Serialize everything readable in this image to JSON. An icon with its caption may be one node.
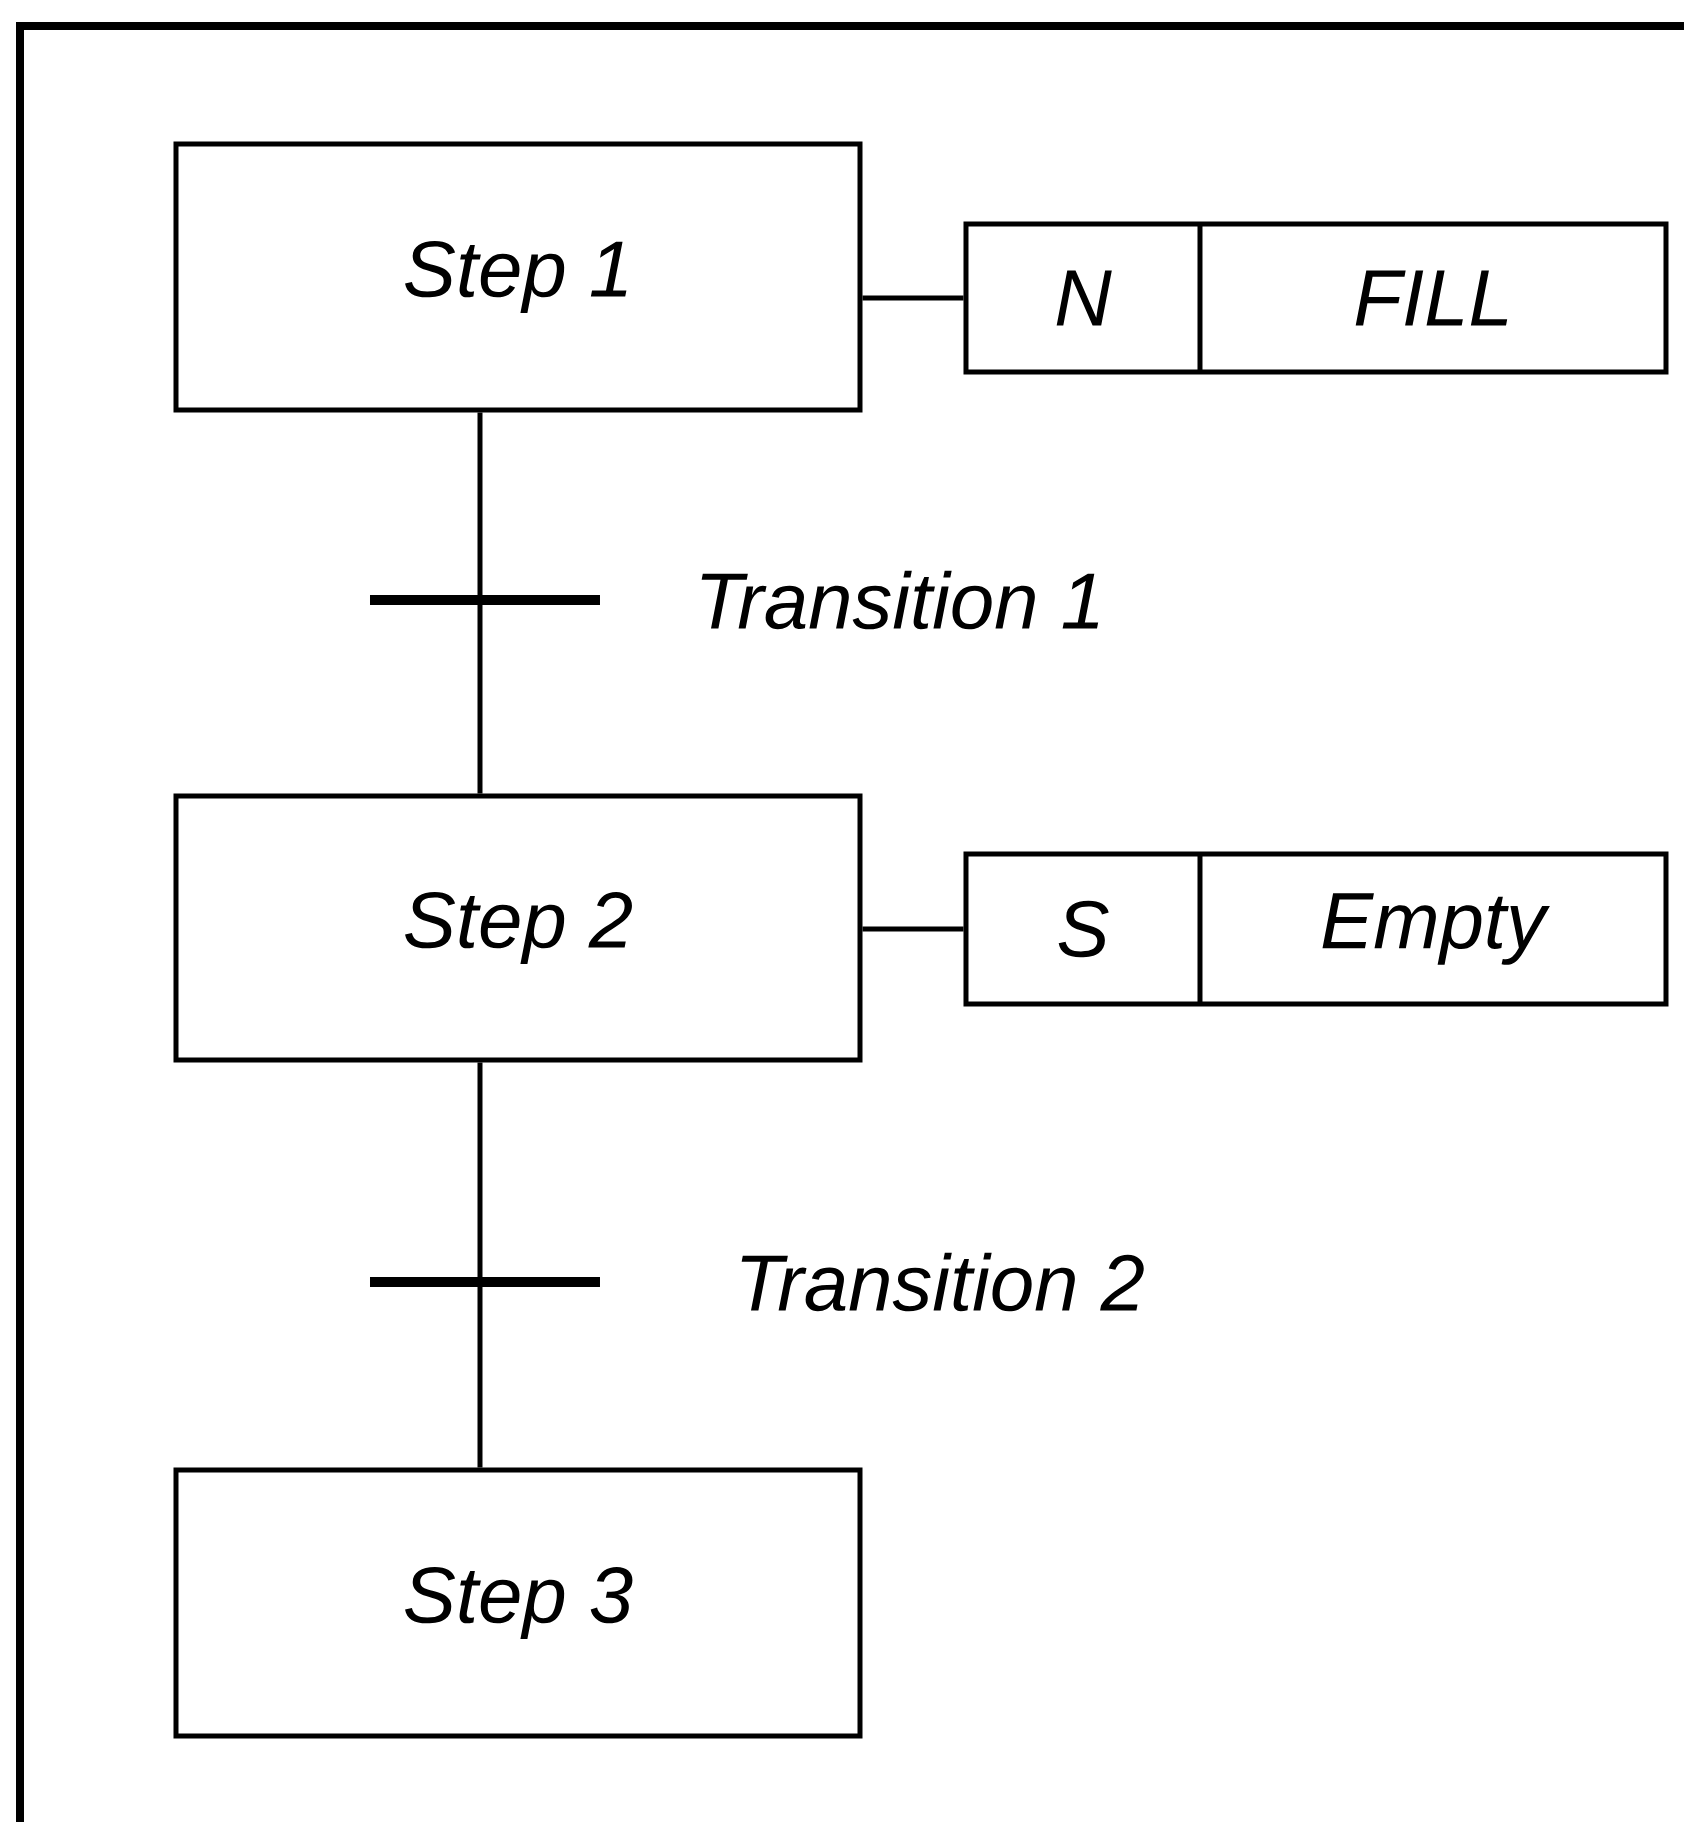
{
  "diagram": {
    "nodes": [
      {
        "text": [
          "Step 1"
        ]
      },
      {
        "text": [
          "N",
          "FILL"
        ]
      },
      {
        "text": [
          "Step 2"
        ]
      },
      {
        "text": [
          "S",
          "Empty"
        ]
      },
      {
        "text": [
          "Step 3"
        ]
      }
    ],
    "edges": [
      {
        "from": 0,
        "to": 1,
        "arrow": "none"
      },
      {
        "from": 0,
        "to": 2,
        "arrow": "none",
        "label": "Transition 1"
      },
      {
        "from": 2,
        "to": 3,
        "arrow": "none"
      },
      {
        "from": 2,
        "to": 4,
        "arrow": "none",
        "label": "Transition 2"
      }
    ]
  }
}
